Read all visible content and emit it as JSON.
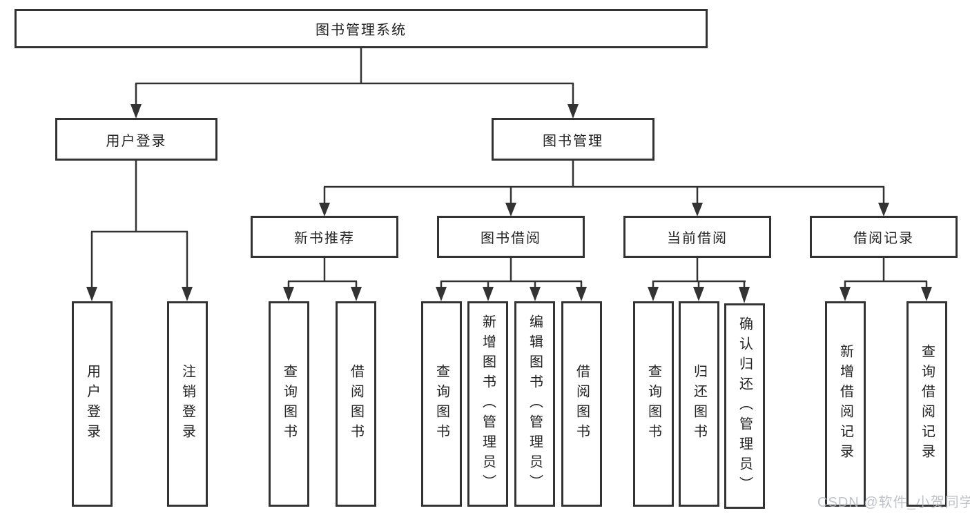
{
  "tree": {
    "root": {
      "label": "图书管理系统",
      "children": [
        {
          "label": "用户登录",
          "children": [
            {
              "label": "用户登录"
            },
            {
              "label": "注销登录"
            }
          ]
        },
        {
          "label": "图书管理",
          "children": [
            {
              "label": "新书推荐",
              "children": [
                {
                  "label": "查询图书"
                },
                {
                  "label": "借阅图书"
                }
              ]
            },
            {
              "label": "图书借阅",
              "children": [
                {
                  "label": "查询图书"
                },
                {
                  "label": "新增图书（管理员）"
                },
                {
                  "label": "编辑图书（管理员）"
                },
                {
                  "label": "借阅图书"
                }
              ]
            },
            {
              "label": "当前借阅",
              "children": [
                {
                  "label": "查询图书"
                },
                {
                  "label": "归还图书"
                },
                {
                  "label": "确认归还（管理员）"
                }
              ]
            },
            {
              "label": "借阅记录",
              "children": [
                {
                  "label": "新增借阅记录"
                },
                {
                  "label": "查询借阅记录"
                }
              ]
            }
          ]
        }
      ]
    }
  },
  "watermark": "CSDN @软件_小贺同学",
  "colors": {
    "line": "#333333",
    "text": "#222222",
    "watermark": "#b4b9be",
    "background": "#ffffff"
  }
}
